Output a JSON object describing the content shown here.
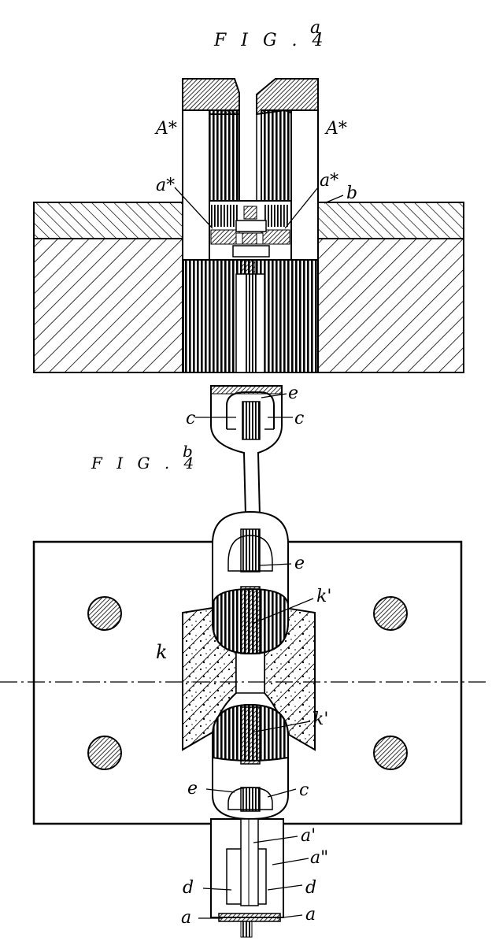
{
  "figures": {
    "fig_a": {
      "title": "F I G . 4",
      "sup": "a"
    },
    "fig_b": {
      "title": "F I G . 4",
      "sup": "b"
    }
  },
  "labels": {
    "A_left": "A*",
    "A_right": "A*",
    "a_x_left": "a*",
    "a_x_right": "a*",
    "b": "b",
    "e_top": "e",
    "c_left": "c",
    "c_right": "c",
    "e_mid": "e",
    "k_prime_top": "k'",
    "k": "k",
    "k_prime_bottom": "k'",
    "e_low": "e",
    "c_low": "c",
    "a_prime": "a'",
    "a_dblprime": "a\"",
    "d_left": "d",
    "d_right": "d",
    "a_left": "a",
    "a_right": "a"
  },
  "colors": {
    "ink": "#000000",
    "paper": "#ffffff"
  }
}
